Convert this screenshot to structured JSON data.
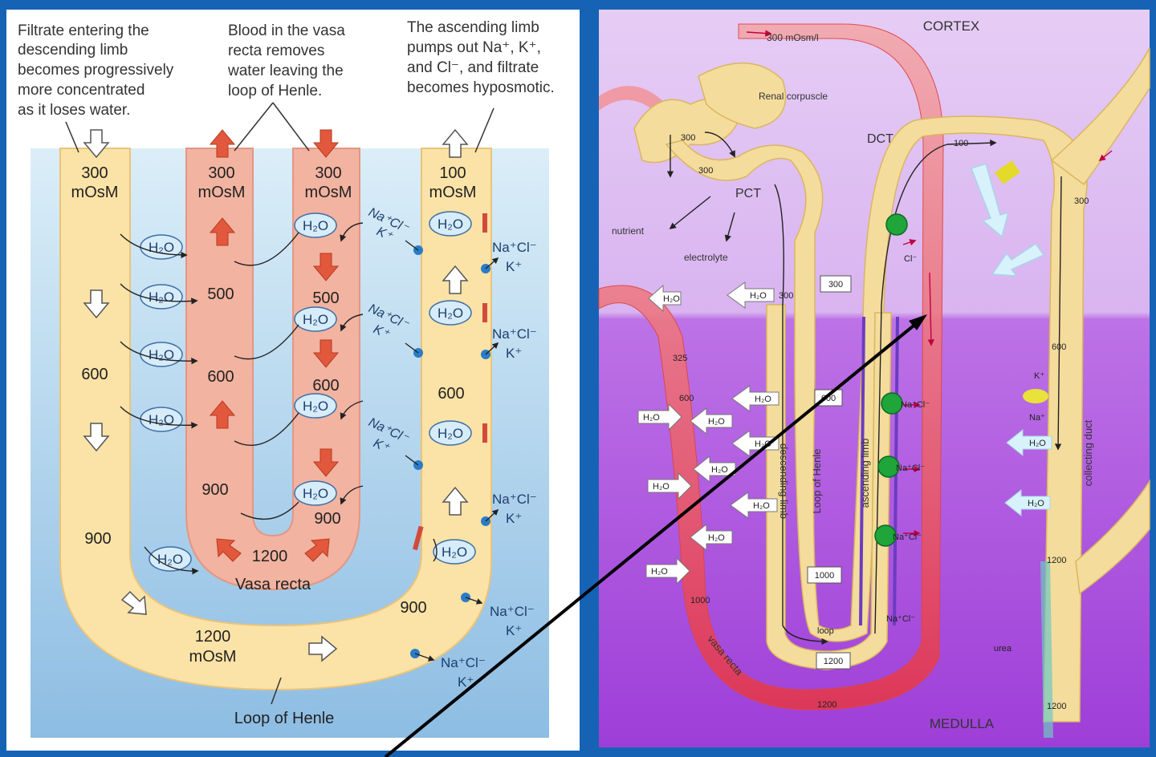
{
  "left_panel": {
    "captions": {
      "descending_filtrate": [
        "Filtrate entering the",
        "descending limb",
        "becomes progressively",
        "more concentrated",
        "as it loses water."
      ],
      "vasa_recta_blood": [
        "Blood in the vasa",
        "recta removes",
        "water leaving the",
        "loop of Henle."
      ],
      "ascending_pumps": [
        "The ascending limb",
        "pumps out Na⁺, K⁺,",
        "and Cl⁻, and filtrate",
        "becomes hyposmotic."
      ]
    },
    "values": {
      "desc_top": "300",
      "desc_top_unit": "mOsM",
      "vr_up_top": "300",
      "vr_up_top_unit": "mOsM",
      "vr_down_top": "300",
      "vr_down_top_unit": "mOsM",
      "asc_top": "100",
      "asc_top_unit": "mOsM",
      "vr_up_500": "500",
      "vr_down_500": "500",
      "desc_600": "600",
      "vr_up_600": "600",
      "vr_down_600": "600",
      "asc_600": "600",
      "vr_up_900": "900",
      "vr_down_900": "900",
      "desc_900": "900",
      "asc_900": "900",
      "vr_bottom": "1200",
      "loop_bottom": "1200",
      "loop_bottom_unit": "mOsM"
    },
    "water_label": "H₂O",
    "ion_label_top": "Na⁺Cl⁻",
    "ion_label_bottom": "K⁺",
    "vasa_recta_label": "Vasa recta",
    "loop_label": "Loop of Henle"
  },
  "right_panel": {
    "cortex_label": "CORTEX",
    "medulla_label": "MEDULLA",
    "renal_corpuscle": "Renal corpuscle",
    "pct": "PCT",
    "dct": "DCT",
    "nutrient": "nutrient",
    "electrolyte": "electrolyte",
    "afferent_osm": "300 mOsm/l",
    "numbers": {
      "pct_a": "300",
      "pct_b": "300",
      "desc_300": "300",
      "box_300": "300",
      "dct_100": "100",
      "cd_300": "300",
      "box_600": "600",
      "vr_325": "325",
      "vr_600": "600",
      "cd_600": "600",
      "box_1000": "1000",
      "cd_1200a": "1200",
      "vr_1000": "1000",
      "box_1200": "1200",
      "vr_1200": "1200",
      "cd_1200b": "1200"
    },
    "water_label": "H₂O",
    "nacl": "Na⁺Cl⁻",
    "k_plus": "K⁺",
    "na_plus": "Na⁺",
    "cl_minus": "Cl⁻",
    "urea": "urea",
    "descending_limb": "descending limb",
    "ascending_limb": "ascending limb",
    "loop_of_henle": "Loop of Henle",
    "collecting_duct": "collecting duct",
    "vasa_recta": "vasa recta",
    "loop_tip": "loop"
  },
  "colors": {
    "frame": "#1663b5",
    "filtrate": "#fbe2a6",
    "vasa_recta": "#f2b3a0",
    "red_arrow": "#e2583c",
    "water_ellipse": "#d7ecf9",
    "pump": "#2a7cc6",
    "purple_top": "#e3c8f4",
    "purple_bottom": "#a648dc"
  }
}
